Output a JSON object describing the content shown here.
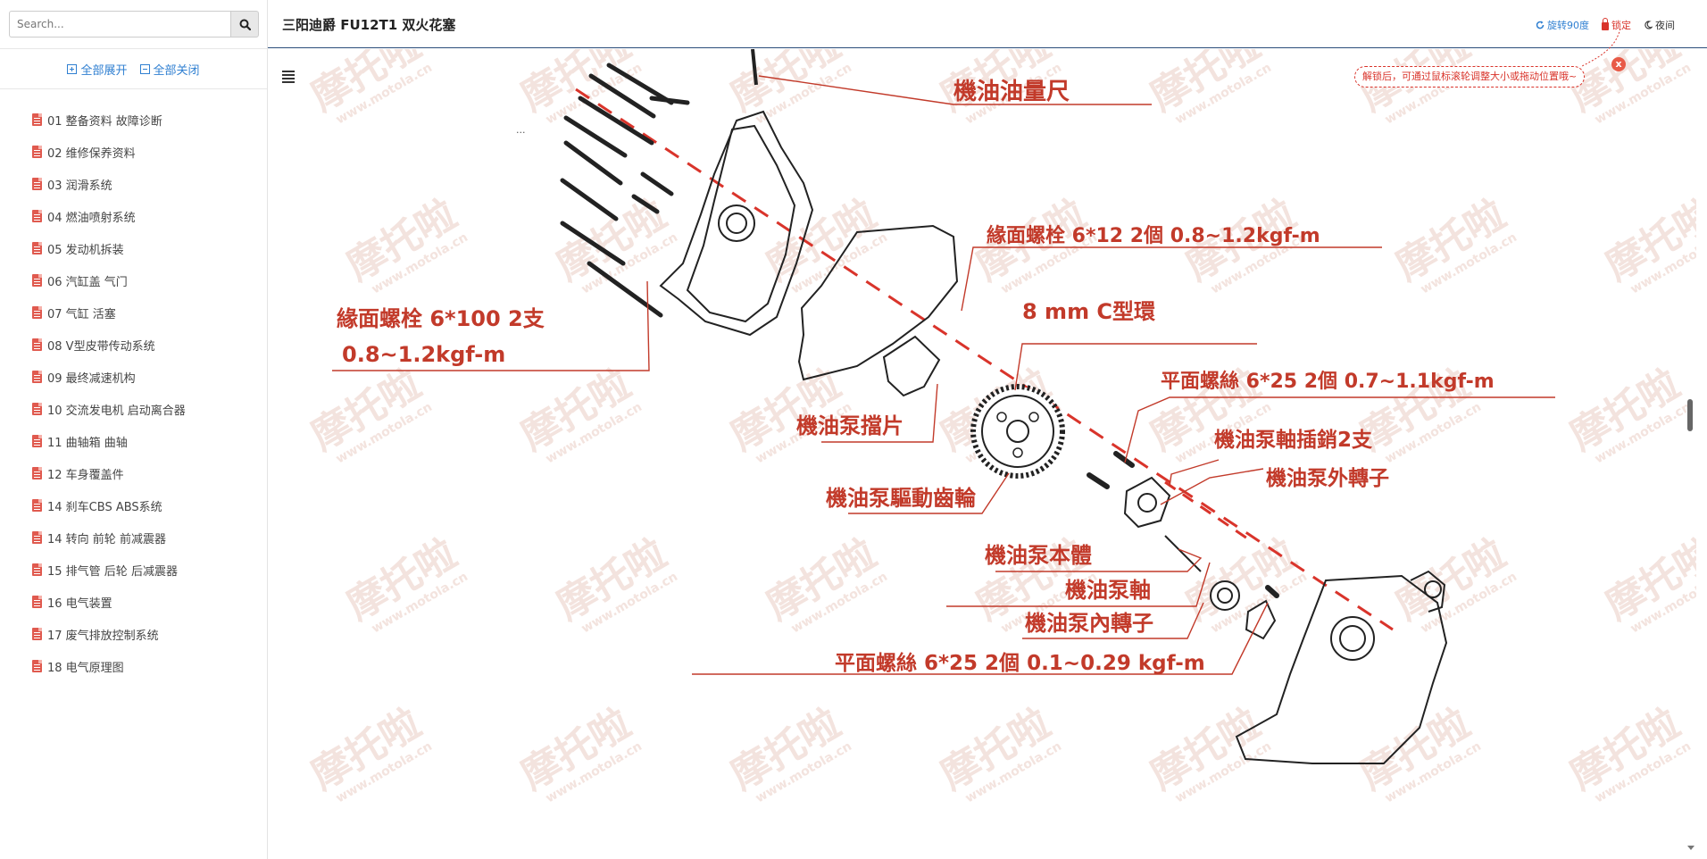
{
  "sidebar": {
    "search_placeholder": "Search...",
    "expand_all": "全部展开",
    "collapse_all": "全部关闭",
    "items": [
      {
        "label": "01 整备资料 故障诊断"
      },
      {
        "label": "02 维修保养资料"
      },
      {
        "label": "03 润滑系统"
      },
      {
        "label": "04 燃油喷射系统"
      },
      {
        "label": "05 发动机拆装"
      },
      {
        "label": "06 汽缸盖 气门"
      },
      {
        "label": "07 气缸 活塞"
      },
      {
        "label": "08 V型皮带传动系统"
      },
      {
        "label": "09 最终减速机构"
      },
      {
        "label": "10 交流发电机 启动离合器"
      },
      {
        "label": "11 曲轴箱 曲轴"
      },
      {
        "label": "12 车身覆盖件"
      },
      {
        "label": "14 刹车CBS ABS系统"
      },
      {
        "label": "14 转向 前轮 前减震器"
      },
      {
        "label": "15 排气管 后轮 后减震器"
      },
      {
        "label": "16 电气装置"
      },
      {
        "label": "17 废气排放控制系统"
      },
      {
        "label": "18 电气原理图"
      }
    ]
  },
  "header": {
    "title": "三阳迪爵 FU12T1 双火花塞",
    "rotate_label": "旋转90度",
    "lock_label": "锁定",
    "night_label": "夜间"
  },
  "content": {
    "menu_dots": "...",
    "tooltip": "解锁后，可通过鼠标滚轮调整大小或拖动位置哦~",
    "tooltip_close": "x"
  },
  "diagram": {
    "watermark": "摩托啦",
    "watermark_url": "www.motola.cn",
    "labels": {
      "dipstick": "機油油量尺",
      "flange_bolt_12": "緣面螺栓 6*12 2個 0.8~1.2kgf-m",
      "c_ring": "8 mm C型環",
      "flange_bolt_100_a": "緣面螺栓 6*100 2支",
      "flange_bolt_100_b": "0.8~1.2kgf-m",
      "flat_screw_top": "平面螺絲 6*25 2個 0.7~1.1kgf-m",
      "pump_plate": "機油泵擋片",
      "pump_pin": "機油泵軸插銷2支",
      "outer_rotor": "機油泵外轉子",
      "drive_gear": "機油泵驅動齒輪",
      "pump_body": "機油泵本體",
      "pump_shaft": "機油泵軸",
      "inner_rotor": "機油泵內轉子",
      "flat_screw_bottom": "平面螺絲 6*25 2個 0.1~0.29 kgf-m"
    }
  }
}
